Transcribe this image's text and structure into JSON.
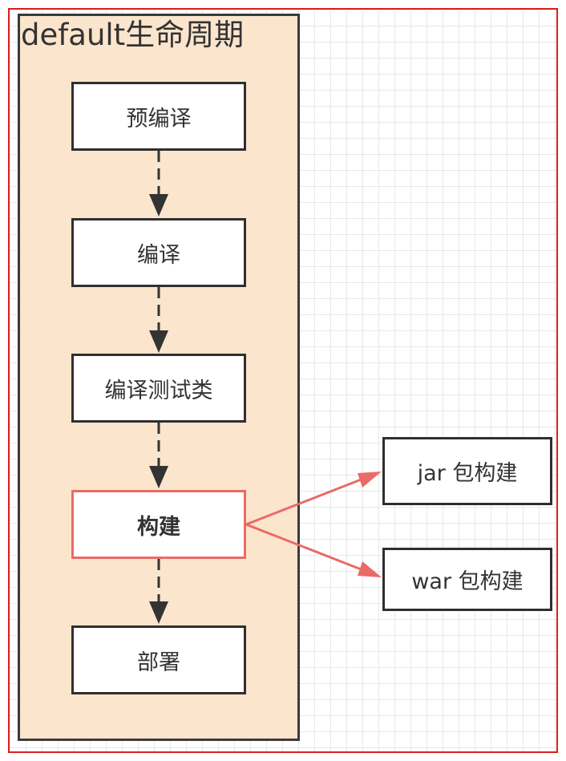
{
  "diagram": {
    "lane_title": "default生命周期",
    "stages": [
      {
        "id": "precompile",
        "label": "预编译"
      },
      {
        "id": "compile",
        "label": "编译"
      },
      {
        "id": "compile-tests",
        "label": "编译测试类"
      },
      {
        "id": "build",
        "label": "构建"
      },
      {
        "id": "deploy",
        "label": "部署"
      }
    ],
    "outputs": [
      {
        "id": "jar",
        "label": "jar 包构建"
      },
      {
        "id": "war",
        "label": "war 包构建"
      }
    ]
  },
  "colors": {
    "lane_fill": "#fbe5cd",
    "lane_border": "#3a3a3a",
    "node_border": "#2f2f2f",
    "highlight": "#ea6b66",
    "frame_border": "#d92020",
    "grid_line": "#e8e8e8"
  }
}
